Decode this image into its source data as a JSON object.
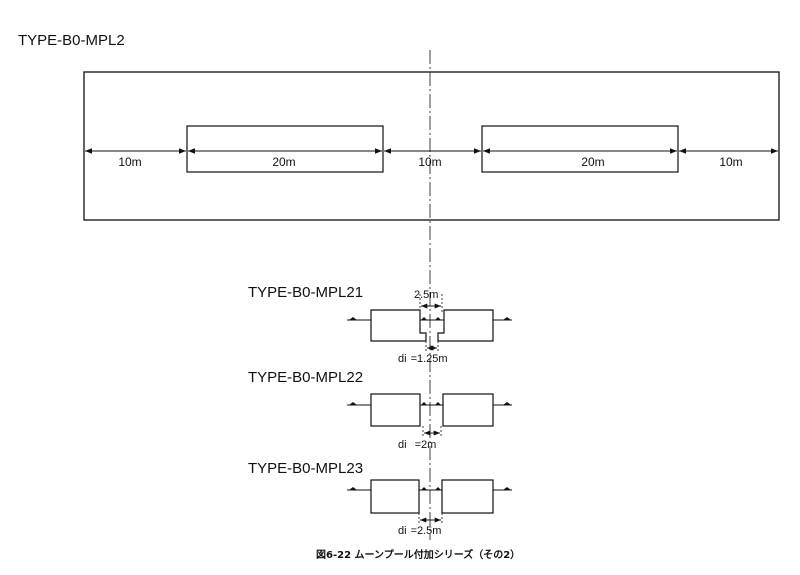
{
  "main_title": "TYPE-B0-MPL2",
  "plan": {
    "dims": [
      "10m",
      "20m",
      "10m",
      "20m",
      "10m"
    ]
  },
  "variants": [
    {
      "title": "TYPE-B0-MPL21",
      "top_dim": "2.5m",
      "di_label": "di",
      "di_value": "=1.25m"
    },
    {
      "title": "TYPE-B0-MPL22",
      "di_label": "di",
      "di_value": "=2m"
    },
    {
      "title": "TYPE-B0-MPL23",
      "di_label": "di",
      "di_value": "=2.5m"
    }
  ],
  "caption": "図6-22 ムーンプール付加シリーズ（その2）",
  "colors": {
    "line": "#111111",
    "background": "#ffffff"
  }
}
